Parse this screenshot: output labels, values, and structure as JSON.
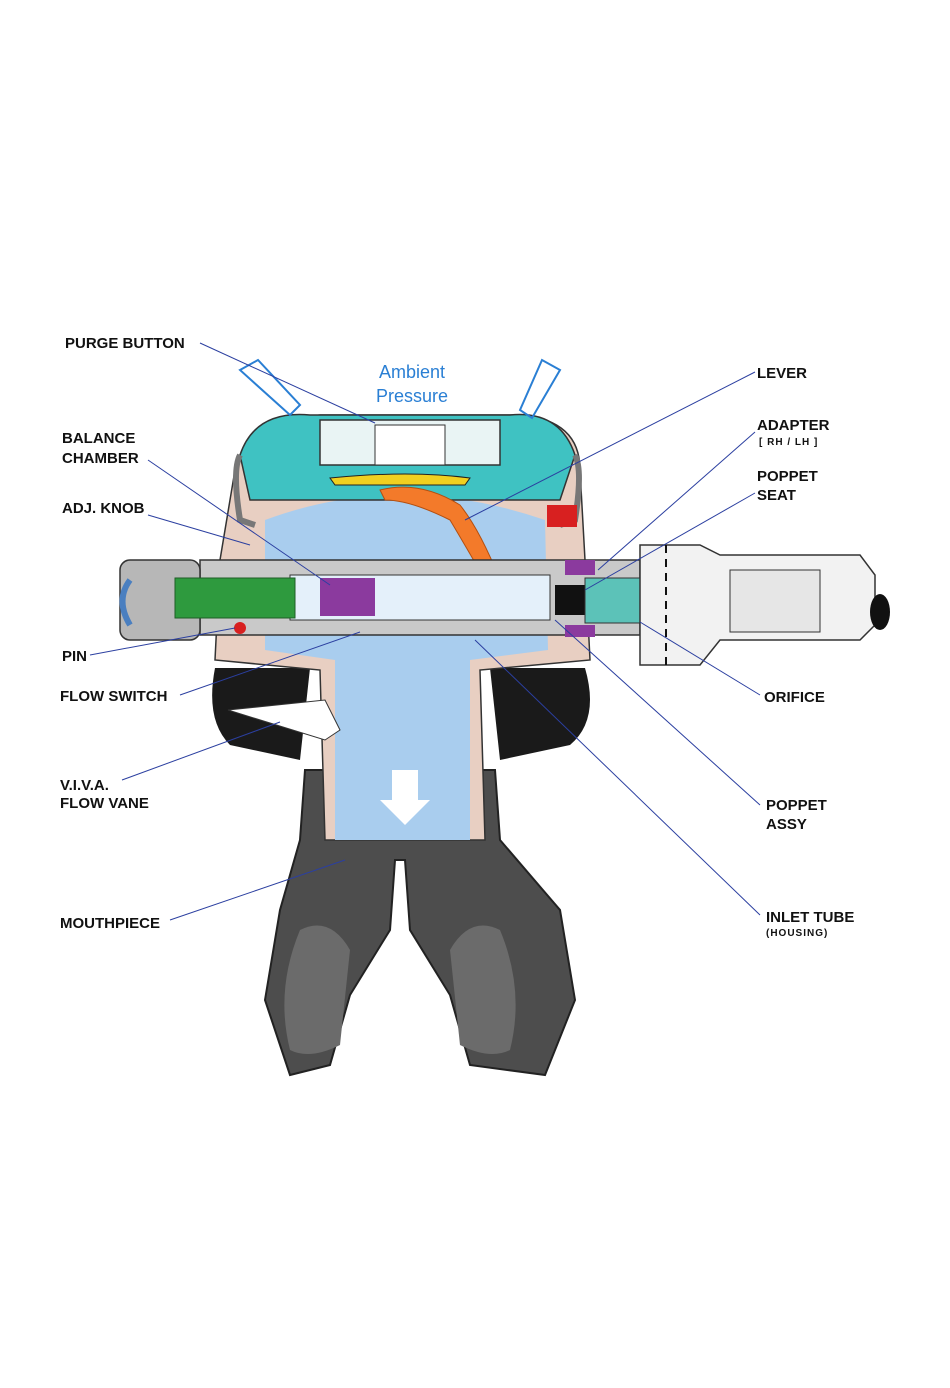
{
  "ambient": {
    "line1": "Ambient",
    "line2": "Pressure"
  },
  "labels": {
    "purge_button": "PURGE BUTTON",
    "balance_chamber_1": "BALANCE",
    "balance_chamber_2": "CHAMBER",
    "adj_knob": "ADJ. KNOB",
    "pin": "PIN",
    "flow_switch": "FLOW SWITCH",
    "viva_1": "V.I.V.A.",
    "viva_2": "FLOW VANE",
    "mouthpiece": "MOUTHPIECE",
    "lever": "LEVER",
    "adapter": "ADAPTER",
    "adapter_sub": "[ RH / LH ]",
    "poppet_seat_1": "POPPET",
    "poppet_seat_2": "SEAT",
    "orifice": "ORIFICE",
    "poppet_assy_1": "POPPET",
    "poppet_assy_2": "ASSY",
    "inlet_tube": "INLET TUBE",
    "inlet_tube_sub": "(HOUSING)"
  },
  "colors": {
    "air_blue": "#a9cdee",
    "diaphragm_teal": "#3fc2c2",
    "lever_orange": "#f37a2a",
    "seat_purple": "#8b3a9e",
    "pin_green": "#2e9a3e",
    "mouthpiece_gray": "#4d4d4d",
    "housing_pink": "#e8cfc2",
    "metal_gray": "#b7b7b7",
    "leader_blue": "#2b3fa0"
  }
}
